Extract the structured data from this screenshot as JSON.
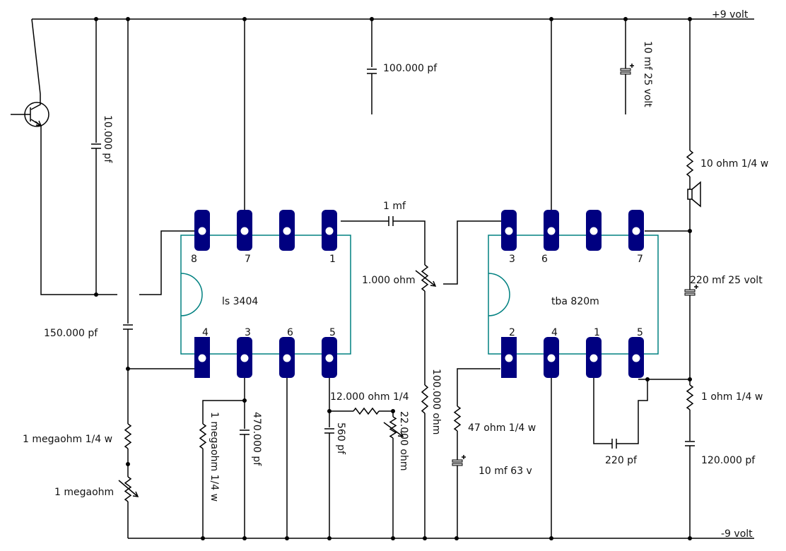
{
  "rails": {
    "positive": "+9 volt",
    "negative": "-9 volt"
  },
  "colors": {
    "pin": "#000080",
    "ic_outline": "#008080",
    "wire": "#000000"
  },
  "ic1": {
    "name": "ls 3404",
    "top_pins": [
      "8",
      "7",
      "",
      "1"
    ],
    "bottom_pins": [
      "4",
      "3",
      "6",
      "5"
    ]
  },
  "ic2": {
    "name": "tba 820m",
    "top_pins": [
      "3",
      "6",
      "",
      "7"
    ],
    "bottom_pins": [
      "2",
      "4",
      "1",
      "5"
    ]
  },
  "labels": {
    "c_10000pf": "10.000 pf",
    "c_100000pf": "100.000 pf",
    "c_10mf25v": "10 mf 25 volt",
    "c_1mf": "1 mf",
    "pot_1000ohm": "1.000 ohm",
    "c_150000pf": "150.000 pf",
    "r_1meg_quarter": "1 megaohm 1/4 w",
    "pot_1meg": "1 megaohm",
    "r_1meg_quarter_v": "1 megaohm 1/4 w",
    "c_470000pf": "470.000 pf",
    "r_12000": "12.000 ohm 1/4",
    "c_560pf": "560 pf",
    "pot_22000": "22.000 ohm",
    "r_100000": "100.000 ohm",
    "r_47": "47 ohm 1/4 w",
    "c_10mf63v": "10 mf 63 v",
    "c_220pf": "220 pf",
    "r_10ohm": "10 ohm 1/4 w",
    "c_220mf": "220 mf 25 volt",
    "r_1ohm": "1 ohm 1/4 w",
    "c_120000pf": "120.000 pf"
  }
}
